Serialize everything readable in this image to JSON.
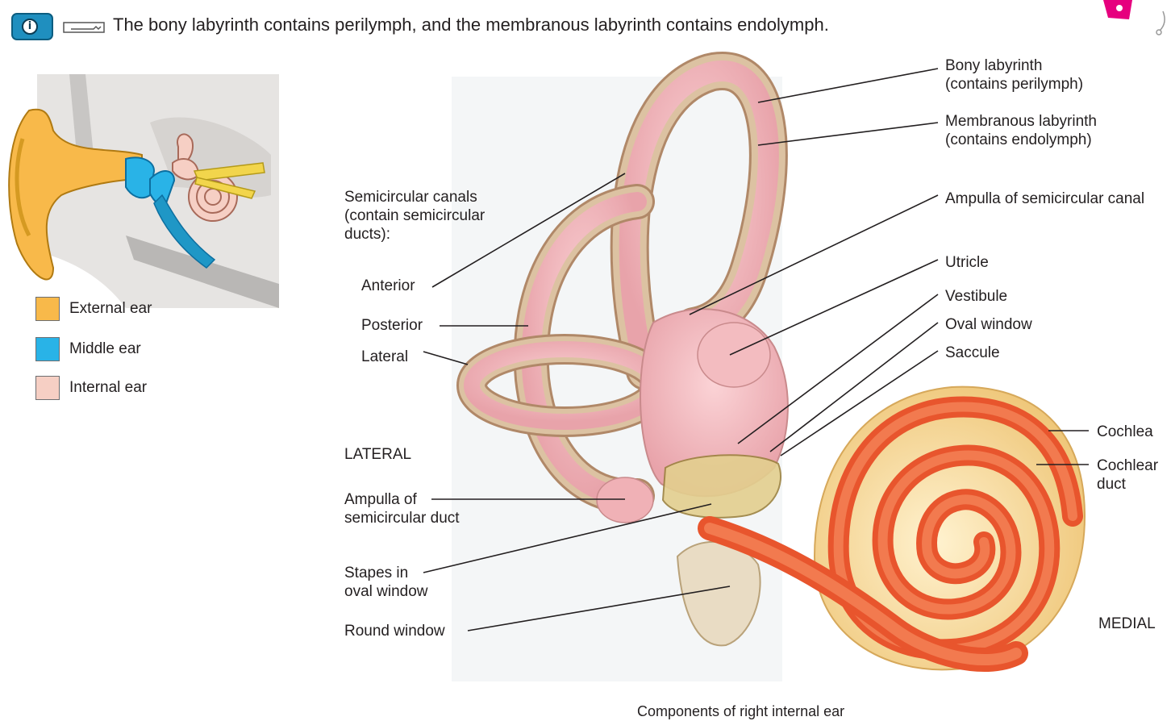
{
  "header": {
    "badge_icon": "info-badge-icon",
    "key_icon": "key-icon",
    "key_concept": "The bony labyrinth contains perilymph, and the membranous labyrinth contains endolymph."
  },
  "legend": {
    "items": [
      {
        "label": "External ear",
        "color": "#f8b94a"
      },
      {
        "label": "Middle ear",
        "color": "#29b3e7"
      },
      {
        "label": "Internal ear",
        "color": "#f6cfc4"
      }
    ]
  },
  "labels": {
    "bony_labyrinth": [
      "Bony labyrinth",
      "(contains perilymph)"
    ],
    "membranous_labyrinth": [
      "Membranous labyrinth",
      "(contains endolymph)"
    ],
    "ampulla_canal": "Ampulla of semicircular canal",
    "utricle": "Utricle",
    "vestibule": "Vestibule",
    "oval_window": "Oval window",
    "saccule": "Saccule",
    "cochlea": "Cochlea",
    "cochlear_duct": [
      "Cochlear",
      "duct"
    ],
    "medial": "MEDIAL",
    "semicircular_canals": [
      "Semicircular canals",
      "(contain semicircular",
      "ducts):"
    ],
    "anterior": "Anterior",
    "posterior": "Posterior",
    "lateral_canal": "Lateral",
    "lateral": "LATERAL",
    "ampulla_duct": [
      "Ampulla of",
      "semicircular duct"
    ],
    "stapes": [
      "Stapes in",
      "oval window"
    ],
    "round_window": "Round window",
    "caption": "Components of right internal ear"
  },
  "colors": {
    "bone": "#c9a882",
    "membrane": "#f1b3b8",
    "cochlea_outer": "#f4d79a",
    "cochlear_duct": "#e8552d",
    "accent_pink": "#e6007e"
  }
}
